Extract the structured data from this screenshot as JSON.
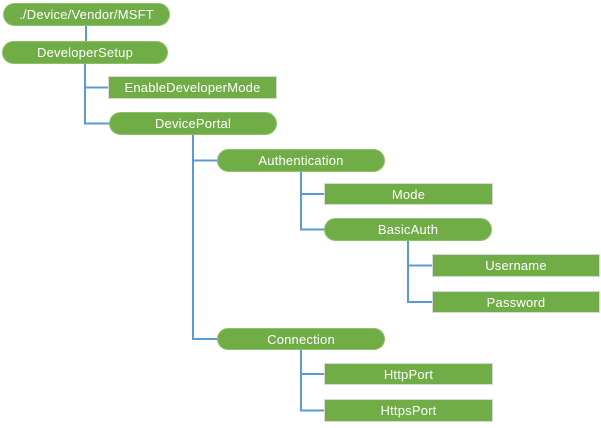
{
  "colors": {
    "node-fill": "#70AD47",
    "pill-border": "#8CC168",
    "rect-border": "#D9D9D9",
    "connector": "#5B9BD5",
    "text": "#FFFFFF",
    "background": "#FFFFFF"
  },
  "diagram": {
    "type": "tree",
    "nodes": [
      {
        "id": "root",
        "label": "./Device/Vendor/MSFT",
        "shape": "pill"
      },
      {
        "id": "developer-setup",
        "label": "DeveloperSetup",
        "shape": "pill"
      },
      {
        "id": "enable-developer-mode",
        "label": "EnableDeveloperMode",
        "shape": "rect"
      },
      {
        "id": "device-portal",
        "label": "DevicePortal",
        "shape": "pill"
      },
      {
        "id": "authentication",
        "label": "Authentication",
        "shape": "pill"
      },
      {
        "id": "mode",
        "label": "Mode",
        "shape": "rect"
      },
      {
        "id": "basic-auth",
        "label": "BasicAuth",
        "shape": "pill"
      },
      {
        "id": "username",
        "label": "Username",
        "shape": "rect"
      },
      {
        "id": "password",
        "label": "Password",
        "shape": "rect"
      },
      {
        "id": "connection",
        "label": "Connection",
        "shape": "pill"
      },
      {
        "id": "http-port",
        "label": "HttpPort",
        "shape": "rect"
      },
      {
        "id": "https-port",
        "label": "HttpsPort",
        "shape": "rect"
      }
    ],
    "edges": [
      {
        "from": "root",
        "to": "developer-setup"
      },
      {
        "from": "developer-setup",
        "to": "enable-developer-mode"
      },
      {
        "from": "developer-setup",
        "to": "device-portal"
      },
      {
        "from": "device-portal",
        "to": "authentication"
      },
      {
        "from": "device-portal",
        "to": "connection"
      },
      {
        "from": "authentication",
        "to": "mode"
      },
      {
        "from": "authentication",
        "to": "basic-auth"
      },
      {
        "from": "basic-auth",
        "to": "username"
      },
      {
        "from": "basic-auth",
        "to": "password"
      },
      {
        "from": "connection",
        "to": "http-port"
      },
      {
        "from": "connection",
        "to": "https-port"
      }
    ]
  }
}
